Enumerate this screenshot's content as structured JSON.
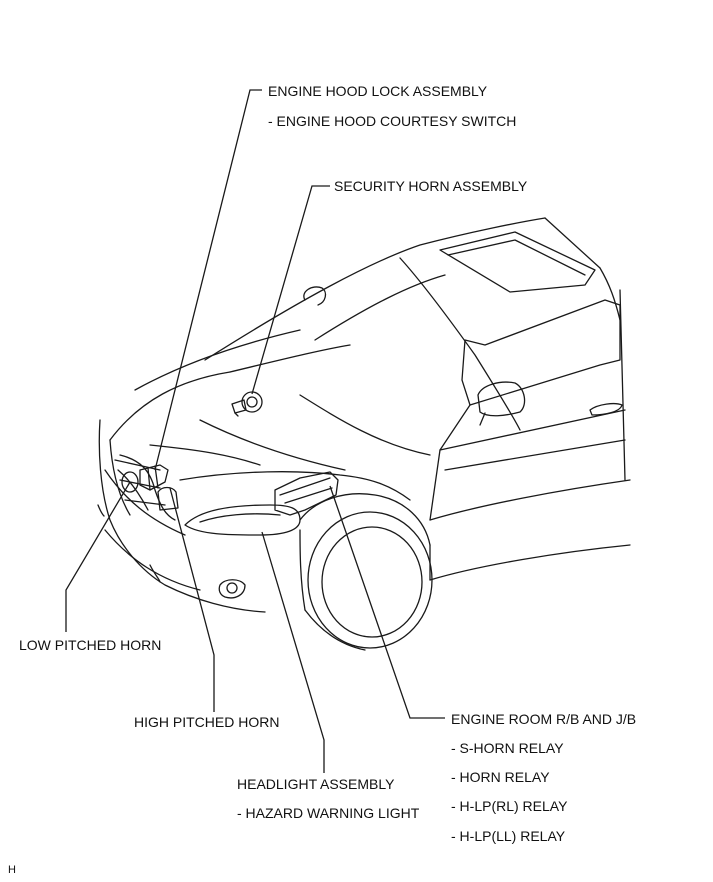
{
  "labels": {
    "hood_lock": "ENGINE HOOD LOCK ASSEMBLY",
    "hood_courtesy": "- ENGINE HOOD COURTESY SWITCH",
    "security_horn": "SECURITY HORN ASSEMBLY",
    "low_horn": "LOW PITCHED HORN",
    "high_horn": "HIGH PITCHED HORN",
    "headlight": "HEADLIGHT ASSEMBLY",
    "hazard": "- HAZARD WARNING LIGHT",
    "engine_room": "ENGINE ROOM R/B AND J/B",
    "s_horn_relay": "- S-HORN RELAY",
    "horn_relay": "- HORN RELAY",
    "hlp_rl_relay": "- H-LP(RL) RELAY",
    "hlp_ll_relay": "- H-LP(LL) RELAY",
    "corner_mark": "H"
  }
}
